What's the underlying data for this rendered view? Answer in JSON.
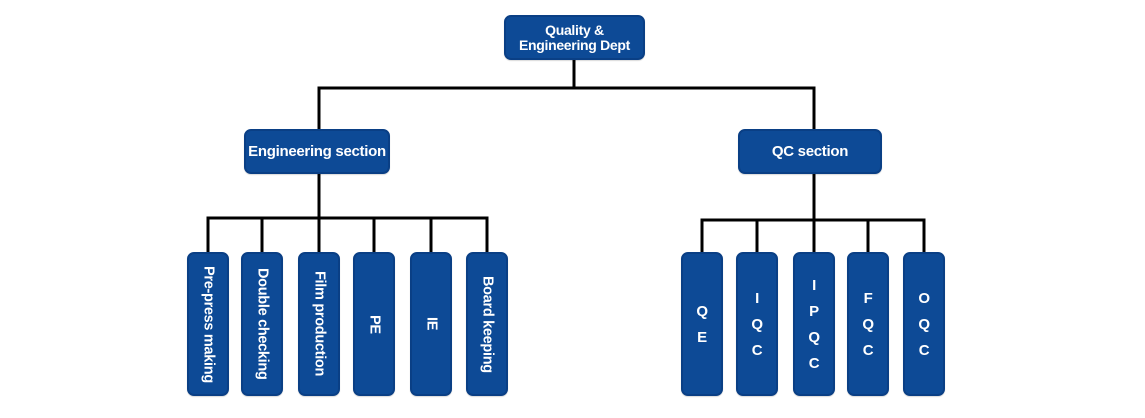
{
  "org_chart": {
    "root": {
      "label": "Quality & Engineering Dept"
    },
    "sections": [
      {
        "label": "Engineering section",
        "children": [
          "Pre-press making",
          "Double checking",
          "Film production",
          "PE",
          "IE",
          "Board keeping"
        ]
      },
      {
        "label": "QC section",
        "children": [
          "QE",
          "IQC",
          "IPQC",
          "FQC",
          "OQC"
        ]
      }
    ]
  },
  "colors": {
    "box_fill": "#0d4a96",
    "box_border": "#0a3f85",
    "box_text": "#ffffff",
    "connector": "#000000"
  }
}
